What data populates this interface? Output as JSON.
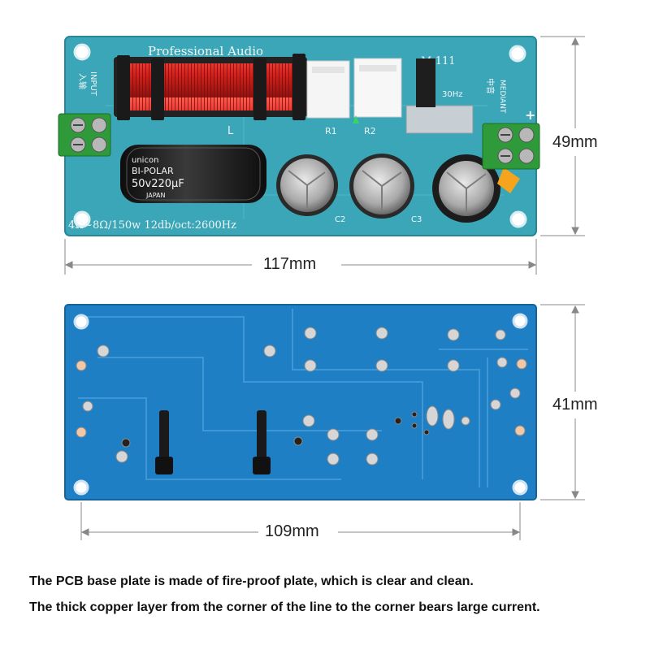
{
  "top_board": {
    "title": "Professional Audio",
    "model": "M-111",
    "input_label": "INPUT",
    "input_cn": "入输",
    "output_label": "MEDIANT",
    "output_cn": "中音",
    "freq_label": "30Hz",
    "coil_label": "L",
    "r1_label": "R1",
    "r2_label": "R2",
    "c2_label": "C2",
    "c3_label": "C3",
    "spec": "4Ω~8Ω/150w 12db/oct:2600Hz",
    "cap_brand": "unicon",
    "cap_type": "BI-POLAR",
    "cap_value": "50v220μF",
    "cap_origin": "JAPAN",
    "plus_sign": "+"
  },
  "dimensions": {
    "top_height": "49mm",
    "top_width": "117mm",
    "bottom_height": "41mm",
    "bottom_width": "109mm"
  },
  "captions": [
    "The PCB base plate is made of fire-proof plate, which is clear and clean.",
    "The thick copper layer from the corner of the line to the corner bears large current."
  ],
  "colors": {
    "board_top": "#3aa6b8",
    "board_bottom": "#1f7fc4",
    "coil": "#d8231f",
    "terminal": "#2e9a3a"
  }
}
